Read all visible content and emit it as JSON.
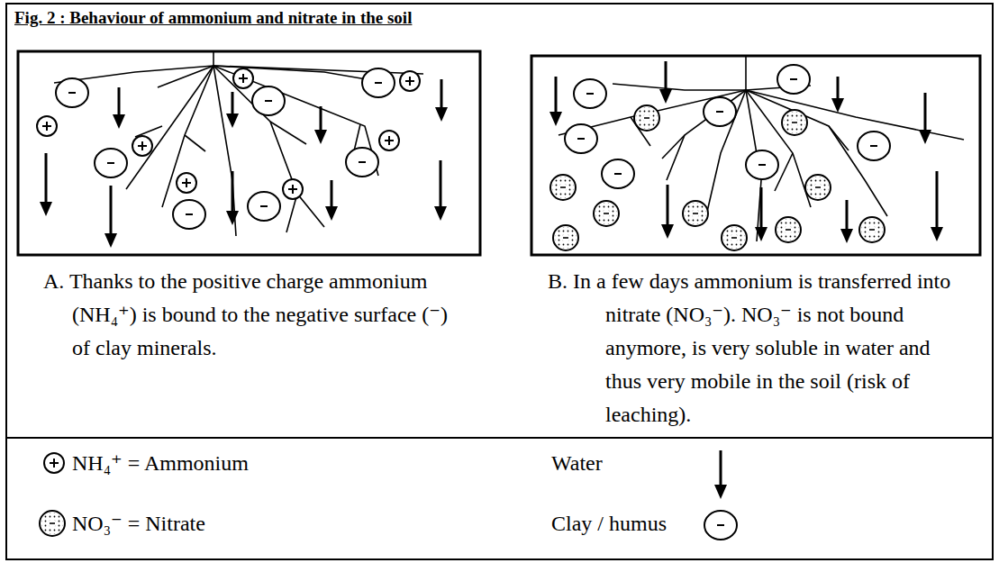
{
  "diagram": {
    "title": "Fig. 2 : Behaviour of ammonium and nitrate in the soil",
    "labels": [
      "A. Thanks to the positive charge ammonium (NH₄⁺) is bound to the negative surface (⁻) of clay minerals.",
      "B. In a few days ammonium is transferred into nitrate (NO₃⁻). NO₃⁻ is not bound anymore, is very soluble in water and thus very mobile in the soil (risk of leaching)."
    ],
    "legend": [
      {
        "text": "NH₄⁺ = Ammonium"
      },
      {
        "text": "Water"
      },
      {
        "text": "NO₃⁻ = Nitrate"
      },
      {
        "text": "Clay / humus"
      }
    ]
  }
}
